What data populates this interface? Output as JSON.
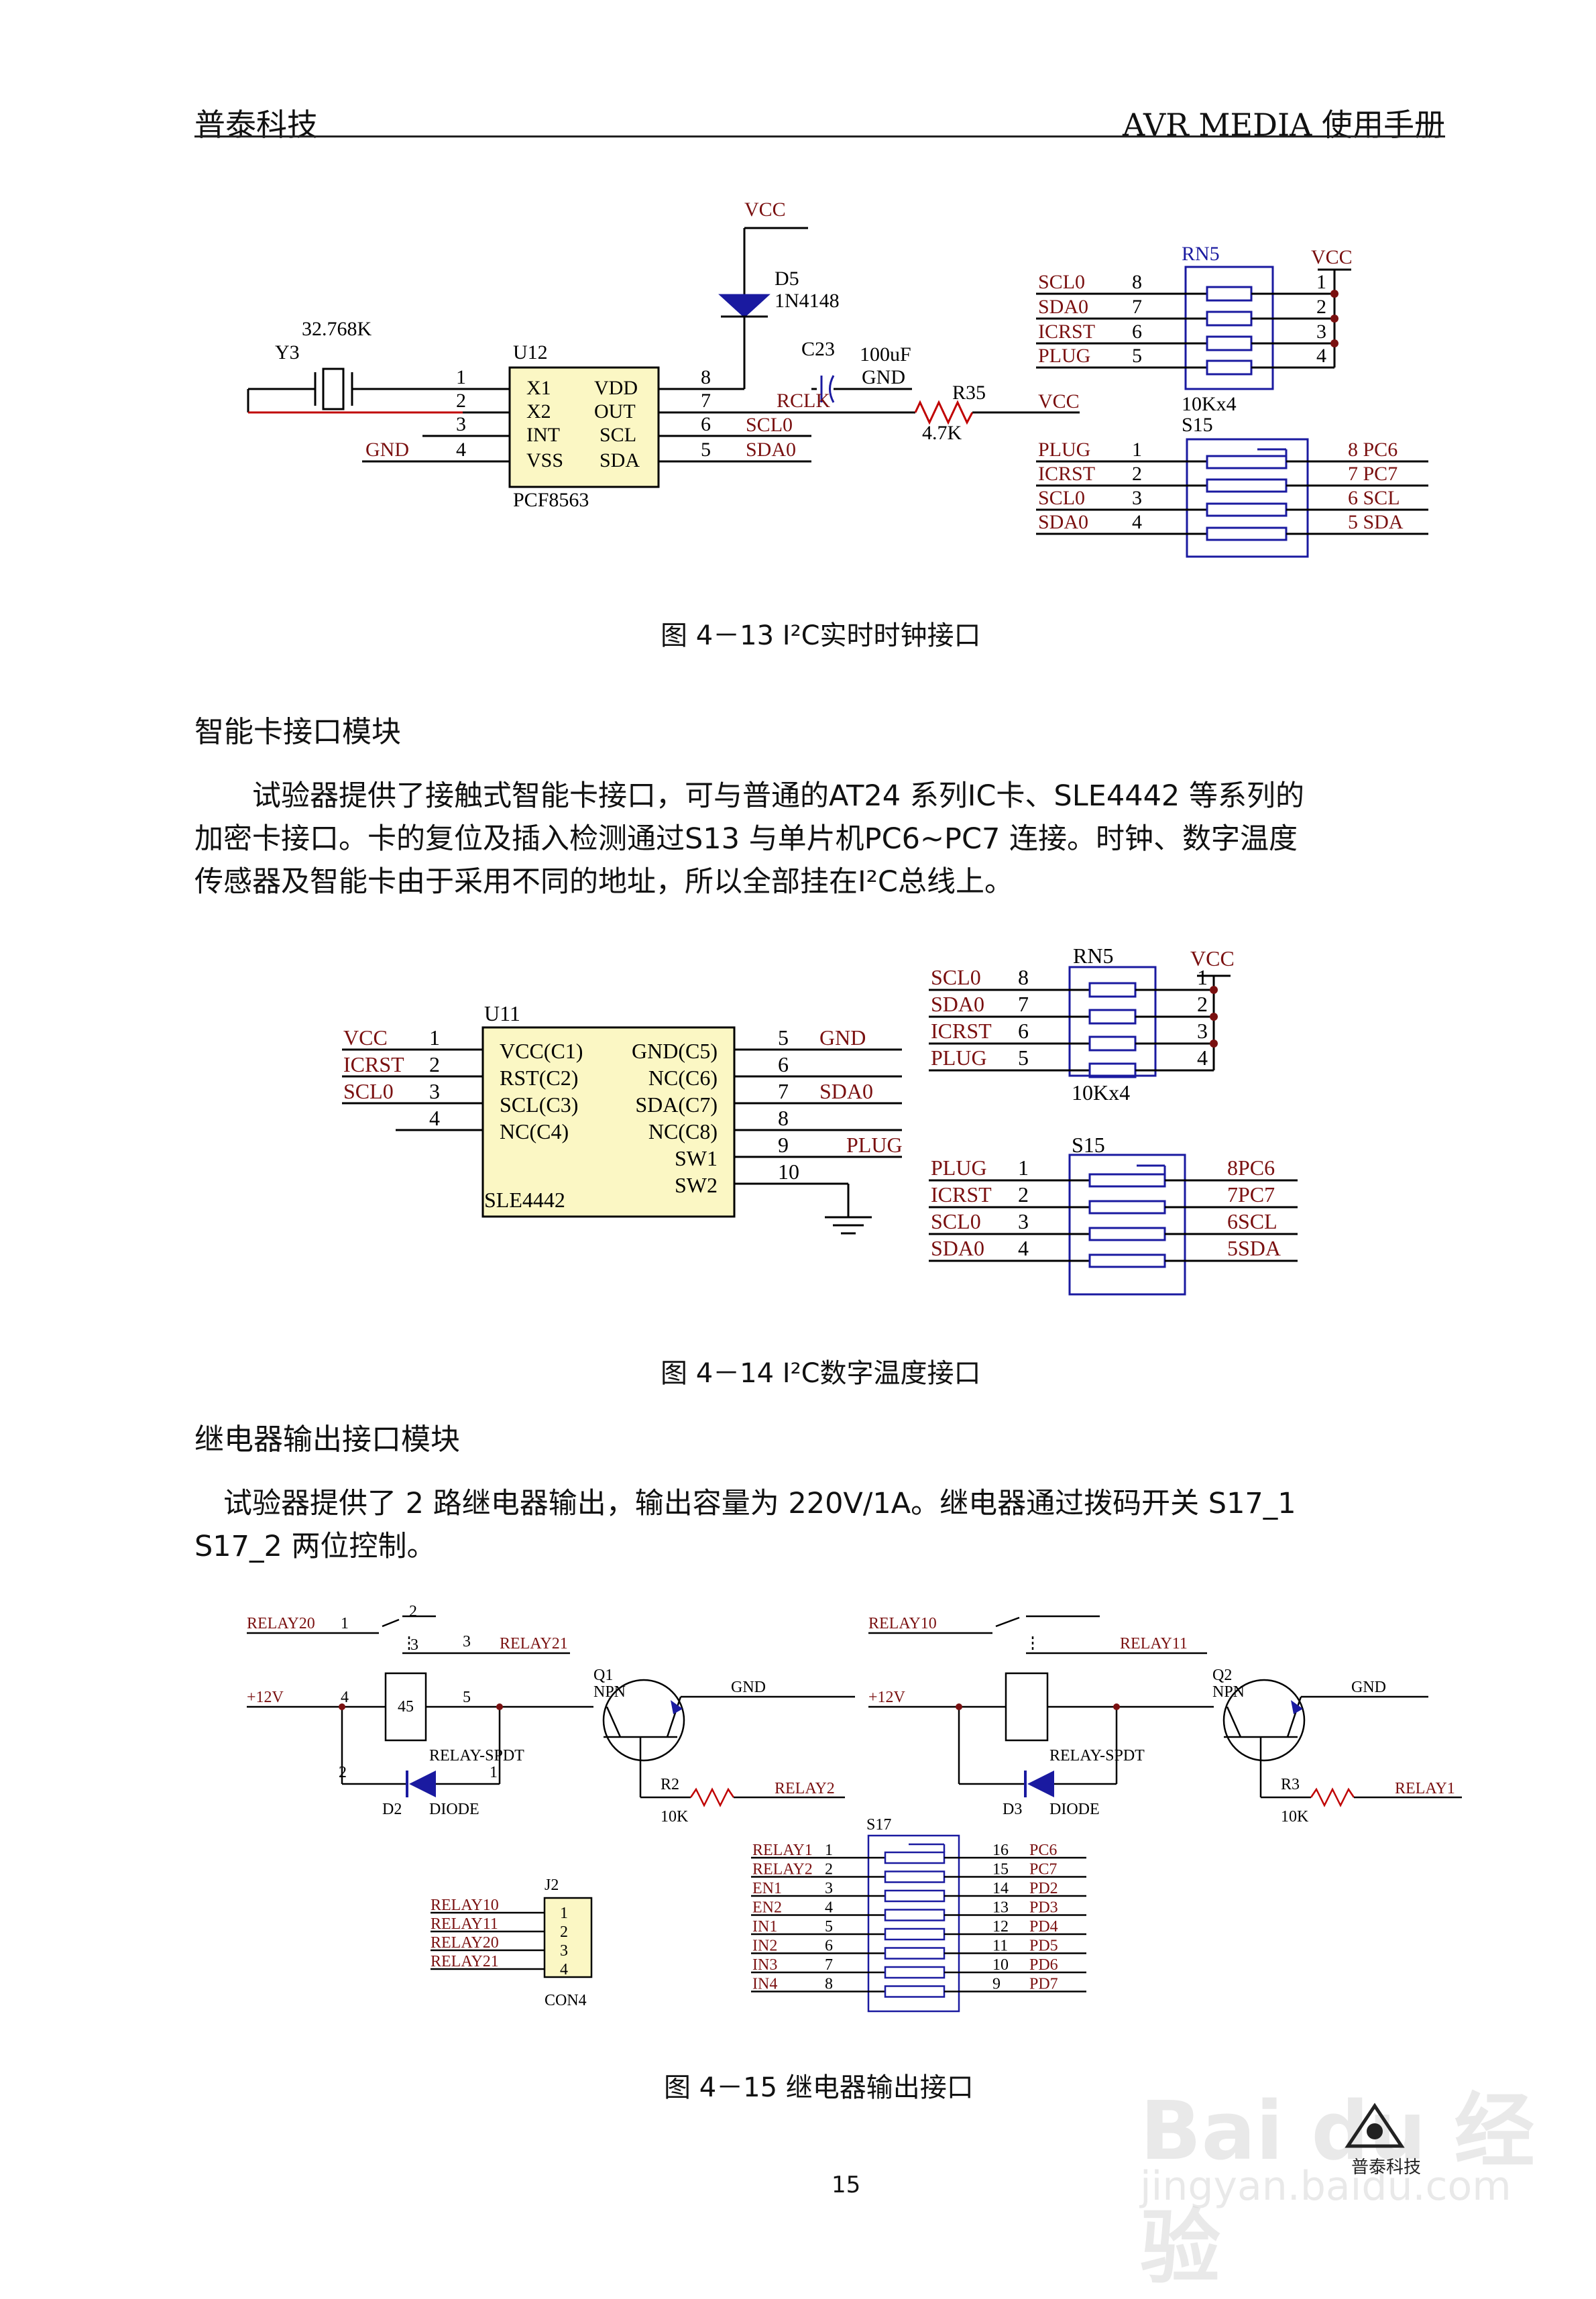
{
  "header": {
    "left": "普泰科技",
    "right": "AVR MEDIA 使用手册"
  },
  "fig1": {
    "caption": "图 4－13 I²C实时时钟接口",
    "vcc": "VCC",
    "d5": "D5",
    "d5_part": "1N4148",
    "c23": "C23",
    "cap": "100uF",
    "gnd": "GND",
    "rclk": "RCLK",
    "r35": "R35",
    "r35_val": "4.7K",
    "crystal": "32.768K",
    "y3": "Y3",
    "u12": "U12",
    "part": "PCF8563",
    "pins_left": [
      "X1",
      "X2",
      "INT",
      "VSS"
    ],
    "pins_right": [
      "VDD",
      "OUT",
      "SCL",
      "SDA"
    ],
    "pin_nums_left": [
      "1",
      "2",
      "3",
      "4"
    ],
    "pin_nums_right": [
      "8",
      "7",
      "6",
      "5"
    ],
    "net_scl": "SCL0",
    "net_sda": "SDA0",
    "rn5": "RN5",
    "rn5_val": "10Kx4",
    "s15": "S15",
    "rn_nets": [
      "SCL0",
      "SDA0",
      "ICRST",
      "PLUG"
    ],
    "rn_pins_l": [
      "8",
      "7",
      "6",
      "5"
    ],
    "rn_pins_r": [
      "1",
      "2",
      "3",
      "4"
    ],
    "sw_nets_l": [
      "PLUG",
      "ICRST",
      "SCL0",
      "SDA0"
    ],
    "sw_pins_l": [
      "1",
      "2",
      "3",
      "4"
    ],
    "sw_nets_r": [
      "8 PC6",
      "7 PC7",
      "6 SCL",
      "5 SDA"
    ]
  },
  "section2": {
    "heading": "智能卡接口模块",
    "para": [
      "　　试验器提供了接触式智能卡接口，可与普通的AT24 系列IC卡、SLE4442 等系列的",
      "加密卡接口。卡的复位及插入检测通过S13 与单片机PC6~PC7 连接。时钟、数字温度",
      "传感器及智能卡由于采用不同的地址，所以全部挂在I²C总线上。"
    ]
  },
  "fig2": {
    "caption": "图 4－14 I²C数字温度接口",
    "u11": "U11",
    "part": "SLE4442",
    "pins_left": [
      "VCC(C1)",
      "RST(C2)",
      "SCL(C3)",
      "NC(C4)"
    ],
    "pins_right": [
      "GND(C5)",
      "NC(C6)",
      "SDA(C7)",
      "NC(C8)",
      "SW1",
      "SW2"
    ],
    "nets_left": [
      "VCC",
      "ICRST",
      "SCL0",
      ""
    ],
    "nums_left": [
      "1",
      "2",
      "3",
      "4"
    ],
    "nums_right": [
      "5",
      "6",
      "7",
      "8",
      "9",
      "10"
    ],
    "net_gnd": "GND",
    "net_sda": "SDA0",
    "net_plug": "PLUG",
    "rn5": "RN5",
    "vcc": "VCC",
    "rn5_val": "10Kx4",
    "s15": "S15",
    "rn_nets": [
      "SCL0",
      "SDA0",
      "ICRST",
      "PLUG"
    ],
    "rn_pins_l": [
      "8",
      "7",
      "6",
      "5"
    ],
    "rn_pins_r": [
      "1",
      "2",
      "3",
      "4"
    ],
    "sw_nets_l": [
      "PLUG",
      "ICRST",
      "SCL0",
      "SDA0"
    ],
    "sw_pins_l": [
      "1",
      "2",
      "3",
      "4"
    ],
    "sw_nets_r": [
      "8PC6",
      "7PC7",
      "6SCL",
      "5SDA"
    ]
  },
  "section3": {
    "heading": "继电器输出接口模块",
    "para": [
      "　试验器提供了 2 路继电器输出，输出容量为 220V/1A。继电器通过拨码开关 S17_1",
      "S17_2 两位控制。"
    ]
  },
  "fig3": {
    "caption": "图 4－15 继电器输出接口",
    "relay20": "RELAY20",
    "relay21": "RELAY21",
    "relay10": "RELAY10",
    "relay11": "RELAY11",
    "p12v": "+12V",
    "gnd": "GND",
    "q1": "Q1",
    "q2": "Q2",
    "npn": "NPN",
    "relay_spdt": "RELAY-SPDT",
    "d2": "D2",
    "d3": "D3",
    "diode": "DIODE",
    "r2": "R2",
    "r3": "R3",
    "r_val": "10K",
    "relay2": "RELAY2",
    "relay1": "RELAY1",
    "coil": "45",
    "relay_pins": [
      "1",
      "2",
      "3",
      "3",
      "4",
      "5",
      "2",
      "1"
    ],
    "j2": "J2",
    "con4": "CON4",
    "j2_nets": [
      "RELAY10",
      "RELAY11",
      "RELAY20",
      "RELAY21"
    ],
    "j2_pins": [
      "1",
      "2",
      "3",
      "4"
    ],
    "s17": "S17",
    "s17_left": [
      "RELAY1",
      "RELAY2",
      "EN1",
      "EN2",
      "IN1",
      "IN2",
      "IN3",
      "IN4"
    ],
    "s17_lpins": [
      "1",
      "2",
      "3",
      "4",
      "5",
      "6",
      "7",
      "8"
    ],
    "s17_rpins": [
      "16",
      "15",
      "14",
      "13",
      "12",
      "11",
      "10",
      "9"
    ],
    "s17_right": [
      "PC6",
      "PC7",
      "PD2",
      "PD3",
      "PD4",
      "PD5",
      "PD6",
      "PD7"
    ]
  },
  "page_number": "15",
  "watermark": {
    "main": "Bai du 经验",
    "url": "jingyan.baidu.com",
    "logo_text": "普泰科技"
  }
}
